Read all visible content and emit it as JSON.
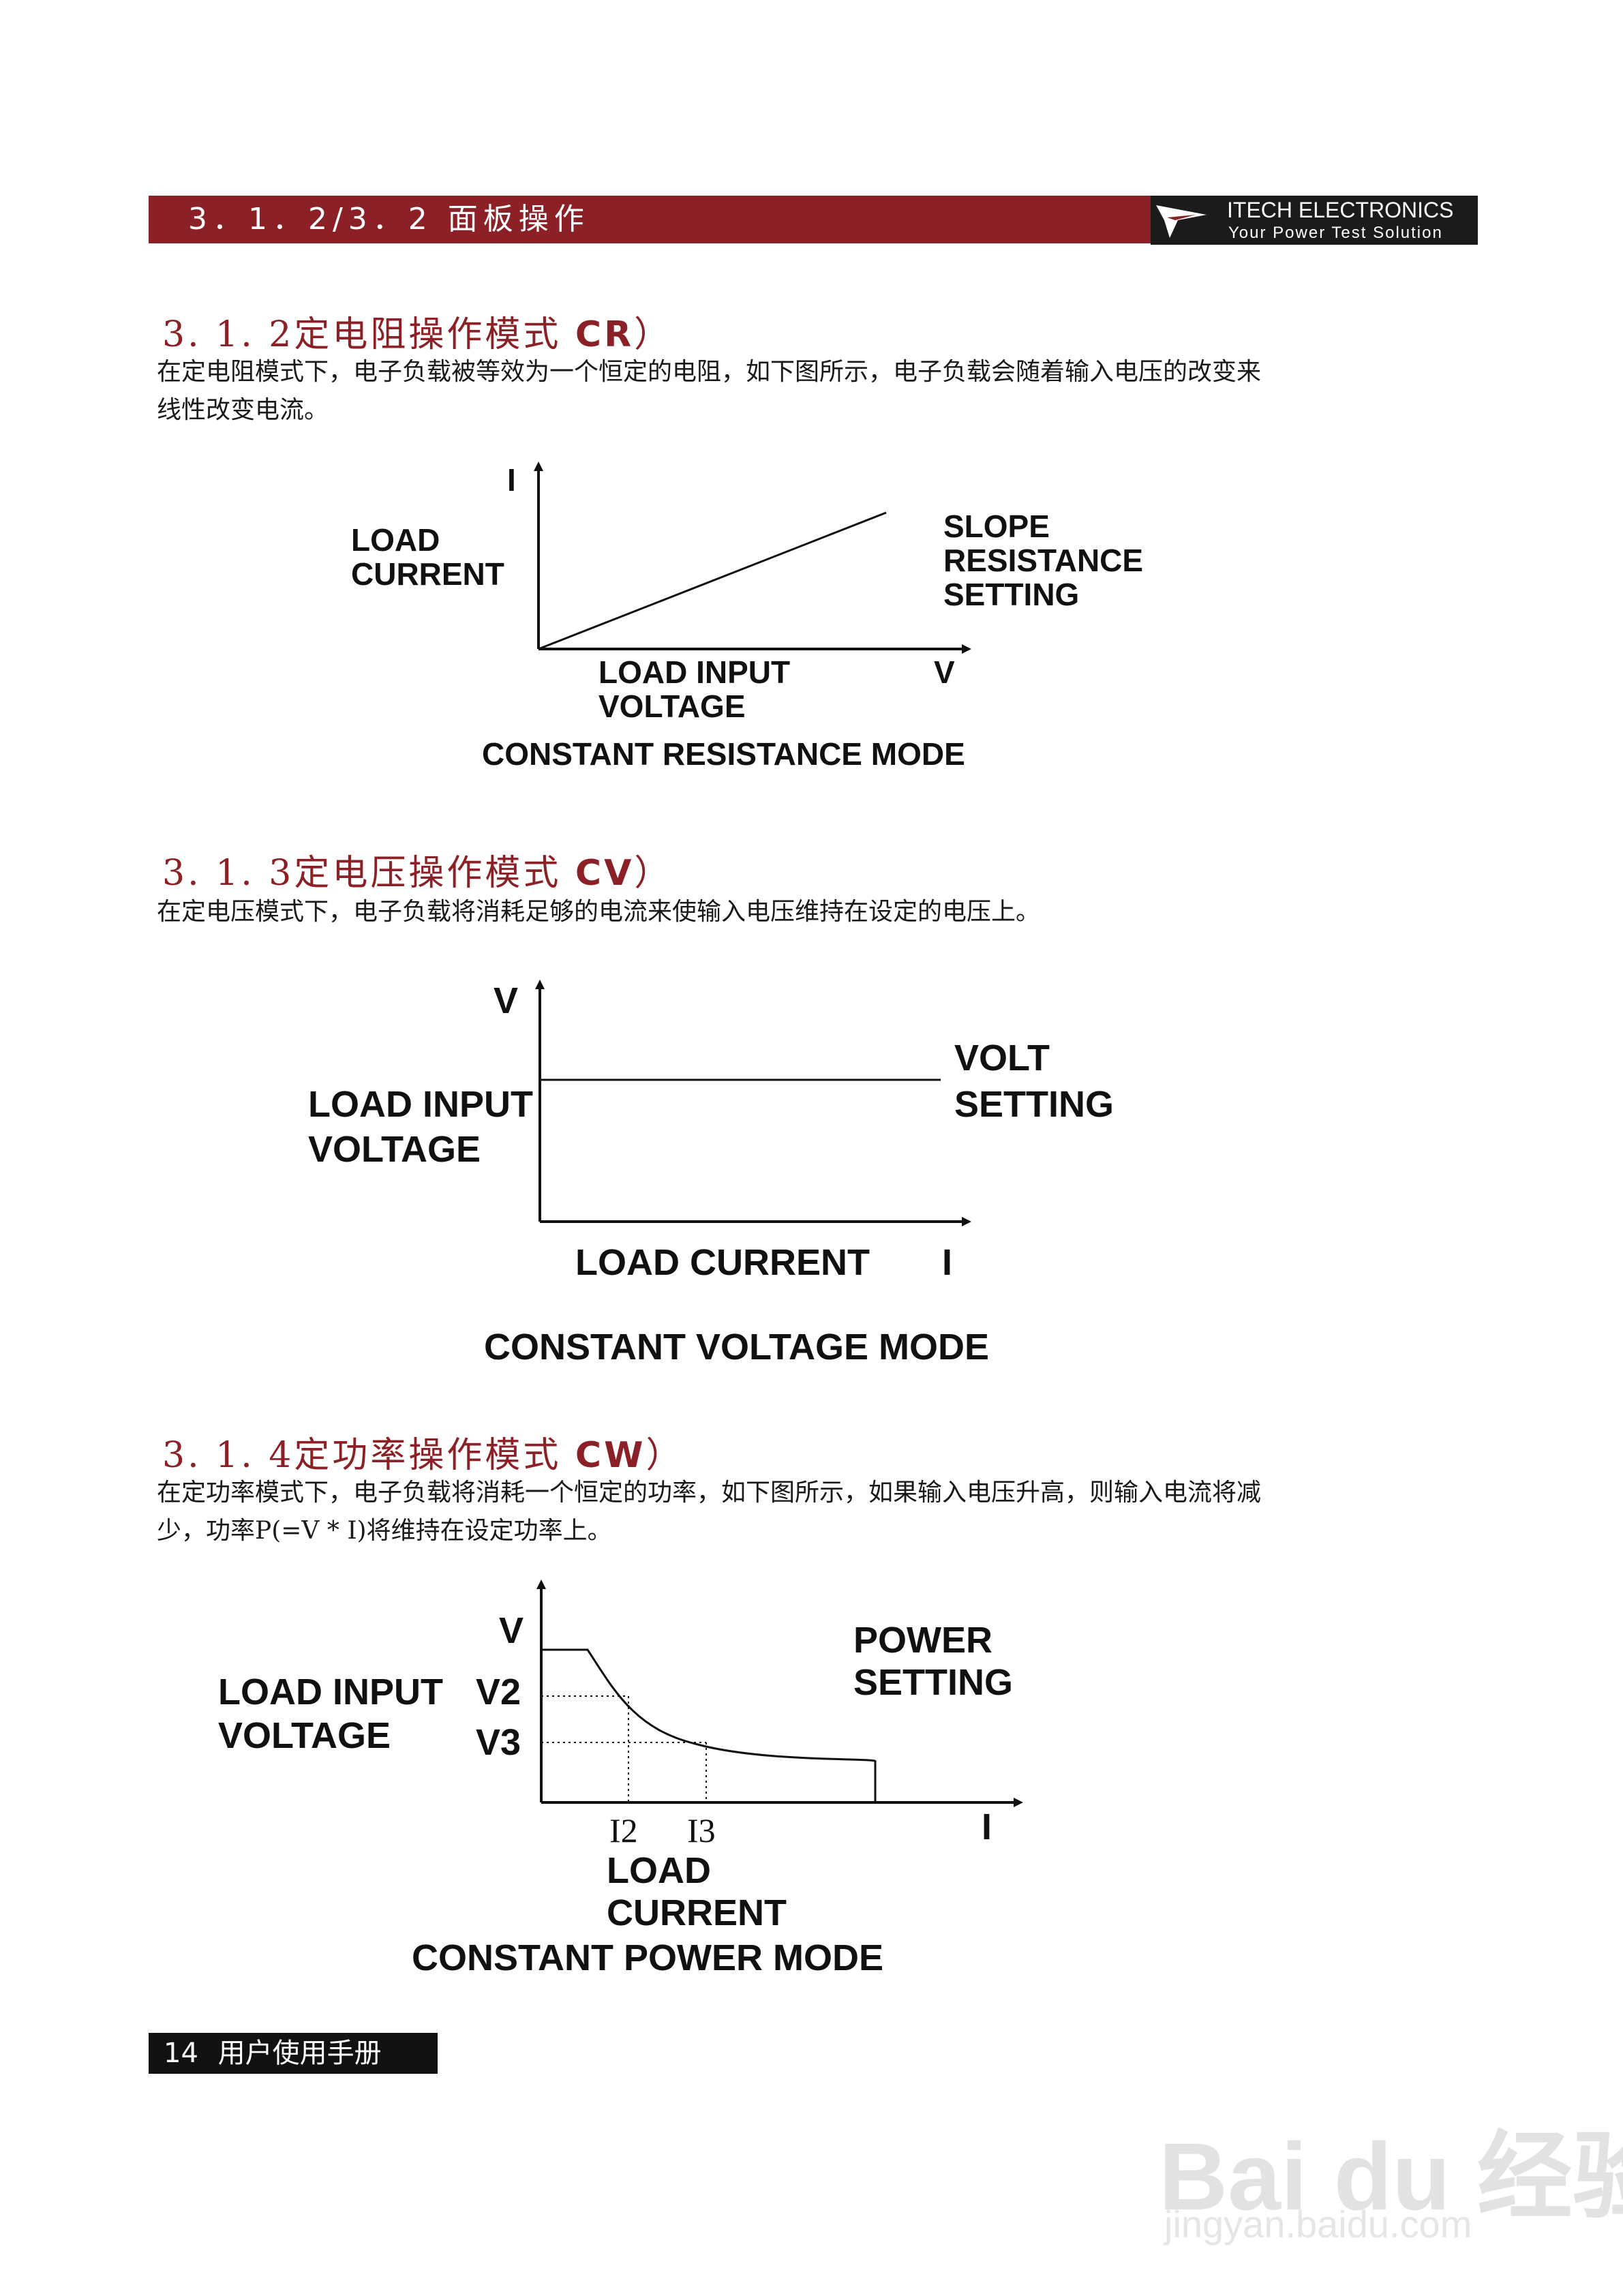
{
  "header": {
    "title": "3．1．2/3．2 面板操作",
    "logo_name": "ITECH ELECTRONICS",
    "logo_slogan": "Your Power Test Solution"
  },
  "sections": [
    {
      "number": "3. 1. 2",
      "title_cn": "定电阻操作模式",
      "title_code": "CR",
      "title_close": "）",
      "paragraph": "在定电阻模式下，电子负载被等效为一个恒定的电阻，如下图所示，电子负载会随着输入电压的改变来线性改变电流。",
      "diagram": {
        "y_axis_symbol": "I",
        "y_label_lines": [
          "LOAD",
          "CURRENT"
        ],
        "x_label_lines": [
          "LOAD INPUT",
          "VOLTAGE"
        ],
        "x_axis_symbol": "V",
        "annotation_lines": [
          "SLOPE",
          "RESISTANCE",
          "SETTING"
        ],
        "caption": "CONSTANT RESISTANCE  MODE"
      }
    },
    {
      "number": "3. 1. 3",
      "title_cn": "定电压操作模式",
      "title_code": "CV",
      "title_close": "）",
      "paragraph": "在定电压模式下，电子负载将消耗足够的电流来使输入电压维持在设定的电压上。",
      "diagram": {
        "y_axis_symbol": "V",
        "y_label_lines": [
          "LOAD INPUT",
          "VOLTAGE"
        ],
        "x_label": "LOAD CURRENT",
        "x_axis_symbol": "I",
        "annotation_lines": [
          "VOLT",
          "SETTING"
        ],
        "caption": "CONSTANT VOLTAGE MODE"
      }
    },
    {
      "number": "3. 1. 4",
      "title_cn": "定功率操作模式",
      "title_code": "CW",
      "title_close": "）",
      "paragraph": "在定功率模式下，电子负载将消耗一个恒定的功率，如下图所示，如果输入电压升高，则输入电流将减少，功率P(=V * I)将维持在设定功率上。",
      "diagram": {
        "y_axis_symbol": "V",
        "y_label_lines": [
          "LOAD INPUT",
          "VOLTAGE"
        ],
        "v_ticks": [
          "V2",
          "V3"
        ],
        "i_ticks": [
          "I2",
          "I3"
        ],
        "x_label_lines": [
          "LOAD",
          "CURRENT"
        ],
        "x_axis_symbol": "I",
        "annotation_lines": [
          "POWER",
          "SETTING"
        ],
        "caption": "CONSTANT POWER  MODE"
      }
    }
  ],
  "footer": {
    "page_number": "14",
    "label": "用户使用手册"
  },
  "watermark": {
    "main": "Bai du 经验",
    "sub": "jingyan.baidu.com"
  }
}
